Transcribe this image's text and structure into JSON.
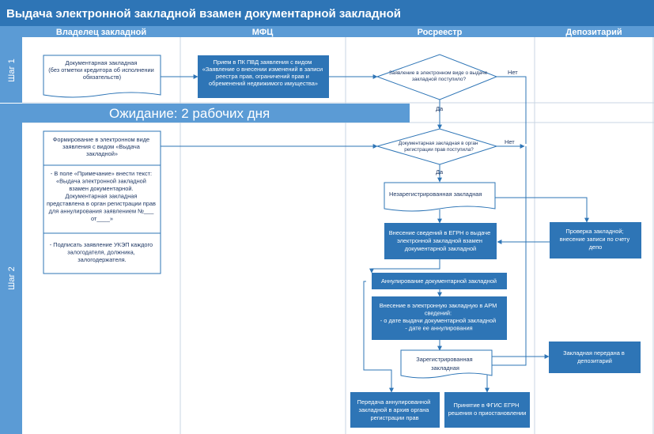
{
  "title": "Выдача электронной закладной взамен документарной закладной",
  "lanes": [
    "Владелец закладной",
    "МФЦ",
    "Росреестр",
    "Депозитарий"
  ],
  "steps": [
    "Шаг 1",
    "Шаг 2"
  ],
  "wait": "Ожидание: 2 рабочих дня",
  "colors": {
    "title_bg": "#2e75b6",
    "lane_bg": "#5b9bd5",
    "box_fill": "#2e75b6",
    "outline": "#2e75b6",
    "grid": "#c9d5e3",
    "wait_bg": "#5b9bd5"
  },
  "nodes": {
    "n1": {
      "lines": [
        "Документарная закладная",
        "(без отметки кредитора об исполнении",
        "обязательств)"
      ]
    },
    "n2": {
      "lines": [
        "Прием в ПК ПВД заявления с видом",
        "«Заявление о внесении изменений в записи",
        "реестра прав, ограничений прав и",
        "обременений недвижимого имущества»"
      ]
    },
    "d1": {
      "lines": [
        "Заявление в электронном виде о выдаче",
        "закладной поступило?"
      ]
    },
    "n3": {
      "lines": [
        "Формирование в электронном виде",
        "заявления с видом «Выдача",
        "закладной»"
      ]
    },
    "n3b": {
      "lines": [
        "- В поле «Примечание» внести текст:",
        "«Выдача электронной закладной",
        "взамен документарной.",
        "Документарная закладная",
        "представлена в орган регистрации прав",
        "для аннулирования заявлением №___",
        "от____»"
      ]
    },
    "n3c": {
      "lines": [
        "- Подписать заявление УКЭП каждого",
        "залогодателя, должника,",
        "залогодержателя."
      ]
    },
    "d2": {
      "lines": [
        "Документарная закладная в орган",
        "регистрации прав поступила?"
      ]
    },
    "n4": {
      "lines": [
        "Незарегистрированная закладная"
      ]
    },
    "n5": {
      "lines": [
        "Внесение сведений в ЕГРН о выдаче",
        "электронной закладной взамен",
        "документарной закладной"
      ]
    },
    "n6": {
      "lines": [
        "Проверка закладной;",
        "внесение записи по счету",
        "депо"
      ]
    },
    "n7": {
      "lines": [
        "Аннулирование документарной закладной"
      ]
    },
    "n8": {
      "lines": [
        "Внесение в электронную закладную в АРМ",
        "сведений:",
        "- о дате выдачи документарной закладной",
        "- дате ее аннулирования"
      ]
    },
    "n9": {
      "lines": [
        "Зарегистрированная",
        "закладная"
      ]
    },
    "n10": {
      "lines": [
        "Закладная передана в",
        "депозитарий"
      ]
    },
    "n11": {
      "lines": [
        "Передача аннулированной",
        "закладной в архив органа",
        "регистрации прав"
      ]
    },
    "n12": {
      "lines": [
        "Принятие в ФГИС ЕГРН",
        "решения о приостановлении"
      ]
    }
  },
  "labels": {
    "yes1": "Да",
    "no1": "Нет",
    "yes2": "Да",
    "no2": "Нет"
  }
}
